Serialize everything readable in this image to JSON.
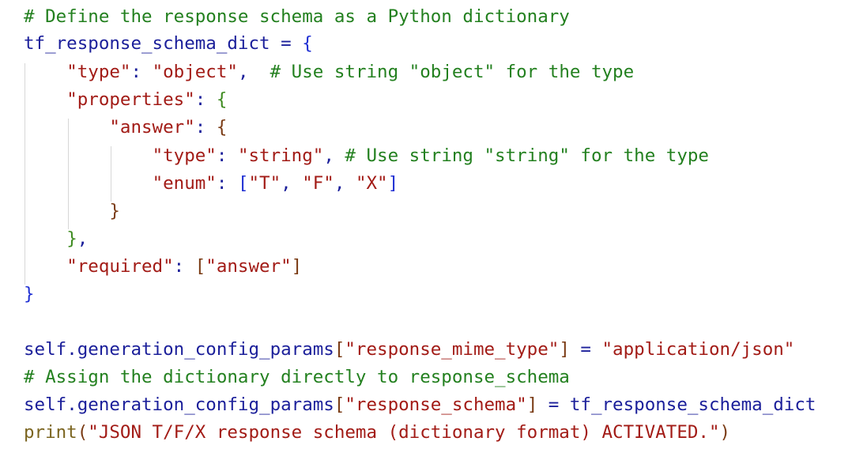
{
  "code": {
    "lines": [
      [
        {
          "t": "# Define the response schema as a Python dictionary",
          "c": "comment"
        }
      ],
      [
        {
          "t": "tf_response_schema_dict",
          "c": "var"
        },
        {
          "t": " = ",
          "c": "punc"
        },
        {
          "t": "{",
          "c": "brace1"
        }
      ],
      [
        {
          "t": "    ",
          "c": "punc"
        },
        {
          "t": "\"type\"",
          "c": "str"
        },
        {
          "t": ": ",
          "c": "punc"
        },
        {
          "t": "\"object\"",
          "c": "str"
        },
        {
          "t": ",  ",
          "c": "punc"
        },
        {
          "t": "# Use string \"object\" for the type",
          "c": "comment"
        }
      ],
      [
        {
          "t": "    ",
          "c": "punc"
        },
        {
          "t": "\"properties\"",
          "c": "str"
        },
        {
          "t": ": ",
          "c": "punc"
        },
        {
          "t": "{",
          "c": "brace2"
        }
      ],
      [
        {
          "t": "        ",
          "c": "punc"
        },
        {
          "t": "\"answer\"",
          "c": "str"
        },
        {
          "t": ": ",
          "c": "punc"
        },
        {
          "t": "{",
          "c": "brace3"
        }
      ],
      [
        {
          "t": "            ",
          "c": "punc"
        },
        {
          "t": "\"type\"",
          "c": "str"
        },
        {
          "t": ": ",
          "c": "punc"
        },
        {
          "t": "\"string\"",
          "c": "str"
        },
        {
          "t": ", ",
          "c": "punc"
        },
        {
          "t": "# Use string \"string\" for the type",
          "c": "comment"
        }
      ],
      [
        {
          "t": "            ",
          "c": "punc"
        },
        {
          "t": "\"enum\"",
          "c": "str"
        },
        {
          "t": ": ",
          "c": "punc"
        },
        {
          "t": "[",
          "c": "brace1"
        },
        {
          "t": "\"T\"",
          "c": "str"
        },
        {
          "t": ", ",
          "c": "punc"
        },
        {
          "t": "\"F\"",
          "c": "str"
        },
        {
          "t": ", ",
          "c": "punc"
        },
        {
          "t": "\"X\"",
          "c": "str"
        },
        {
          "t": "]",
          "c": "brace1"
        }
      ],
      [
        {
          "t": "        ",
          "c": "punc"
        },
        {
          "t": "}",
          "c": "brace3"
        }
      ],
      [
        {
          "t": "    ",
          "c": "punc"
        },
        {
          "t": "}",
          "c": "brace2"
        },
        {
          "t": ",",
          "c": "punc"
        }
      ],
      [
        {
          "t": "    ",
          "c": "punc"
        },
        {
          "t": "\"required\"",
          "c": "str"
        },
        {
          "t": ": ",
          "c": "punc"
        },
        {
          "t": "[",
          "c": "brace3"
        },
        {
          "t": "\"answer\"",
          "c": "str"
        },
        {
          "t": "]",
          "c": "brace3"
        }
      ],
      [
        {
          "t": "}",
          "c": "brace1"
        }
      ],
      [],
      [
        {
          "t": "self",
          "c": "var"
        },
        {
          "t": ".",
          "c": "punc"
        },
        {
          "t": "generation_config_params",
          "c": "var"
        },
        {
          "t": "[",
          "c": "brace3"
        },
        {
          "t": "\"response_mime_type\"",
          "c": "str"
        },
        {
          "t": "]",
          "c": "brace3"
        },
        {
          "t": " = ",
          "c": "punc"
        },
        {
          "t": "\"application/json\"",
          "c": "str"
        }
      ],
      [
        {
          "t": "# Assign the dictionary directly to response_schema",
          "c": "comment"
        }
      ],
      [
        {
          "t": "self",
          "c": "var"
        },
        {
          "t": ".",
          "c": "punc"
        },
        {
          "t": "generation_config_params",
          "c": "var"
        },
        {
          "t": "[",
          "c": "brace3"
        },
        {
          "t": "\"response_schema\"",
          "c": "str"
        },
        {
          "t": "]",
          "c": "brace3"
        },
        {
          "t": " = ",
          "c": "punc"
        },
        {
          "t": "tf_response_schema_dict",
          "c": "var"
        }
      ],
      [
        {
          "t": "print",
          "c": "builtin"
        },
        {
          "t": "(",
          "c": "brace3"
        },
        {
          "t": "\"JSON T/F/X response schema (dictionary format) ACTIVATED.\"",
          "c": "str"
        },
        {
          "t": ")",
          "c": "brace3"
        }
      ]
    ]
  }
}
